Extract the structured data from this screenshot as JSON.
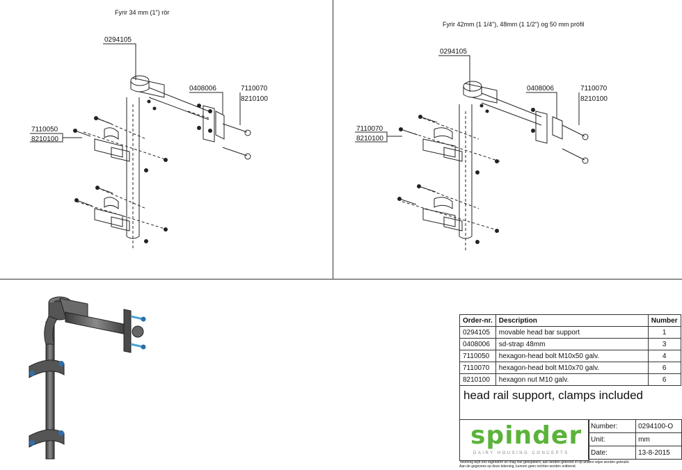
{
  "left_view": {
    "caption": "Fyrir 34 mm (1\") rör",
    "labels": [
      "0294105",
      "0408006",
      "7110070",
      "8210100",
      "7110050",
      "8210100"
    ]
  },
  "right_view": {
    "caption": "Fyrir 42mm (1 1/4\"), 48mm (1 1/2\") og  50 mm prófil",
    "labels": [
      "0294105",
      "0408006",
      "7110070",
      "8210100",
      "7110070",
      "8210100"
    ]
  },
  "parts_table": {
    "headers": [
      "Order-nr.",
      "Description",
      "Number"
    ],
    "rows": [
      [
        "0294105",
        "movable head bar support",
        "1"
      ],
      [
        "0408006",
        "sd-strap 48mm",
        "3"
      ],
      [
        "7110050",
        "hexagon-head bolt M10x50 galv.",
        "4"
      ],
      [
        "7110070",
        "hexagon-head bolt M10x70 galv.",
        "6"
      ],
      [
        "8210100",
        "hexagon nut M10 galv.",
        "6"
      ]
    ]
  },
  "title": "head rail support, clamps included",
  "brand": {
    "name": "spinder",
    "tagline": "DAIRY HOUSING CONCEPTS",
    "color": "#5bb33a"
  },
  "meta": {
    "number_label": "Number:",
    "number_value": "0294100-O",
    "unit_label": "Unit:",
    "unit_value": "mm",
    "date_label": "Date:",
    "date_value": "13-8-2015"
  },
  "footer": {
    "line1": "Tekening blijft ons eigendom en mag niet gekopieerd, aan derden getoond of op andere wijze worden gebruikt.",
    "line2": "Aan de gegevens op deze tekening, kunnen geen rechten worden ontleend."
  }
}
